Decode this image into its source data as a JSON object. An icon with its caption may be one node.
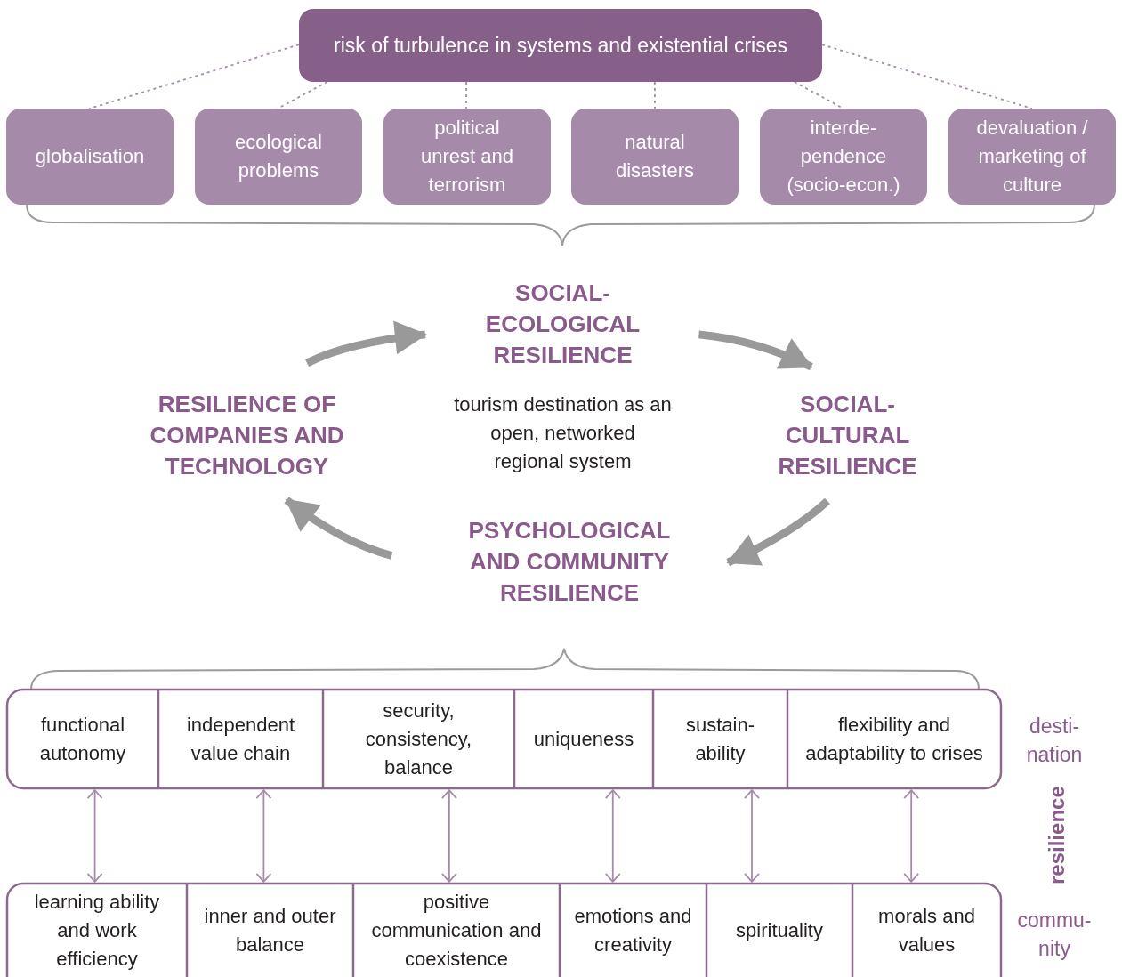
{
  "diagram": {
    "nodes": [
      {
        "text": [
          "risk of turbulence in systems and existential crises"
        ]
      },
      {
        "text": [
          "globalisation"
        ]
      },
      {
        "text": [
          "ecological problems"
        ]
      },
      {
        "text": [
          "political unrest and terrorism"
        ]
      },
      {
        "text": [
          "natural disasters"
        ]
      },
      {
        "text": [
          "interde- pendence (socio-econ.)"
        ]
      },
      {
        "text": [
          "devaluation / marketing of culture"
        ]
      },
      {
        "text": [
          "SOCIAL- ECOLOGICAL RESILIENCE"
        ]
      },
      {
        "text": [
          "RESILIENCE OF COMPANIES AND TECHNOLOGY"
        ]
      },
      {
        "text": [
          "tourism destination as an open, networked regional system"
        ]
      },
      {
        "text": [
          "SOCIAL- CULTURAL RESILIENCE"
        ]
      },
      {
        "text": [
          "PSYCHOLOGICAL AND COMMUNITY RESILIENCE"
        ]
      },
      {
        "text": [
          "functional autonomy"
        ]
      },
      {
        "text": [
          "independent value chain"
        ]
      },
      {
        "text": [
          "security, consistency, balance"
        ]
      },
      {
        "text": [
          "uniqueness"
        ]
      },
      {
        "text": [
          "sustain- ability"
        ]
      },
      {
        "text": [
          "flexibility and adaptability to crises"
        ]
      },
      {
        "text": [
          "learning ability and work efficiency"
        ]
      },
      {
        "text": [
          "inner and outer balance"
        ]
      },
      {
        "text": [
          "positive communication and coexistence"
        ]
      },
      {
        "text": [
          "emotions and creativity"
        ]
      },
      {
        "text": [
          "spirituality"
        ]
      },
      {
        "text": [
          "morals and values"
        ]
      }
    ],
    "edges": [
      {
        "from": 0,
        "to": 1,
        "arrow": "none",
        "style": "dashed"
      },
      {
        "from": 0,
        "to": 2,
        "arrow": "none",
        "style": "dashed"
      },
      {
        "from": 0,
        "to": 3,
        "arrow": "none",
        "style": "dashed"
      },
      {
        "from": 0,
        "to": 4,
        "arrow": "none",
        "style": "dashed"
      },
      {
        "from": 0,
        "to": 5,
        "arrow": "none",
        "style": "dashed"
      },
      {
        "from": 0,
        "to": 6,
        "arrow": "none",
        "style": "dashed"
      },
      {
        "from": 8,
        "to": 7,
        "arrow": "to",
        "style": "thick",
        "color": "#999999"
      },
      {
        "from": 7,
        "to": 10,
        "arrow": "to",
        "style": "thick",
        "color": "#999999"
      },
      {
        "from": 10,
        "to": 11,
        "arrow": "to",
        "style": "thick",
        "color": "#999999"
      },
      {
        "from": 11,
        "to": 8,
        "arrow": "to",
        "style": "thick",
        "color": "#999999"
      },
      {
        "from": 12,
        "to": 18,
        "arrow": "both"
      },
      {
        "from": 13,
        "to": 19,
        "arrow": "both"
      },
      {
        "from": 14,
        "to": 20,
        "arrow": "both"
      },
      {
        "from": 15,
        "to": 21,
        "arrow": "both"
      },
      {
        "from": 16,
        "to": 22,
        "arrow": "both"
      },
      {
        "from": 17,
        "to": 23,
        "arrow": "both"
      }
    ],
    "labels": [
      "desti- nation",
      "resilience",
      "commu- nity"
    ]
  }
}
